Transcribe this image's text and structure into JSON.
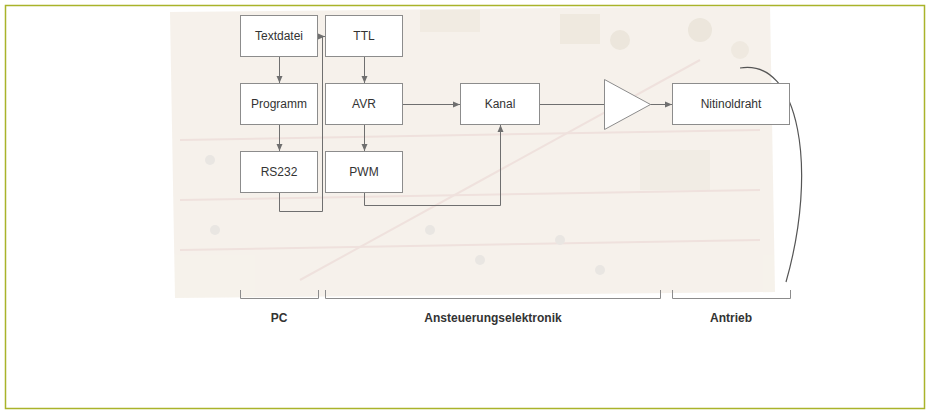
{
  "diagram": {
    "nodes": [
      {
        "text": [
          "Textdatei"
        ]
      },
      {
        "text": [
          "Programm"
        ]
      },
      {
        "text": [
          "RS232"
        ]
      },
      {
        "text": [
          "TTL"
        ]
      },
      {
        "text": [
          "AVR"
        ]
      },
      {
        "text": [
          "PWM"
        ]
      },
      {
        "text": [
          "Kanal"
        ]
      },
      {
        "text": [
          "Nitinoldraht"
        ]
      }
    ],
    "edges": [
      {
        "from": 0,
        "to": 1,
        "arrow": "to"
      },
      {
        "from": 1,
        "to": 2,
        "arrow": "to"
      },
      {
        "from": 2,
        "to": 3,
        "arrow": "to"
      },
      {
        "from": 3,
        "to": 4,
        "arrow": "to"
      },
      {
        "from": 4,
        "to": 5,
        "arrow": "to"
      },
      {
        "from": 4,
        "to": 6,
        "arrow": "to"
      },
      {
        "from": 5,
        "to": 6,
        "arrow": "to"
      },
      {
        "from": 6,
        "to": 7,
        "arrow": "to"
      }
    ],
    "labels": [
      "PC",
      "Ansteuerungselektronik",
      "Antrieb"
    ]
  }
}
